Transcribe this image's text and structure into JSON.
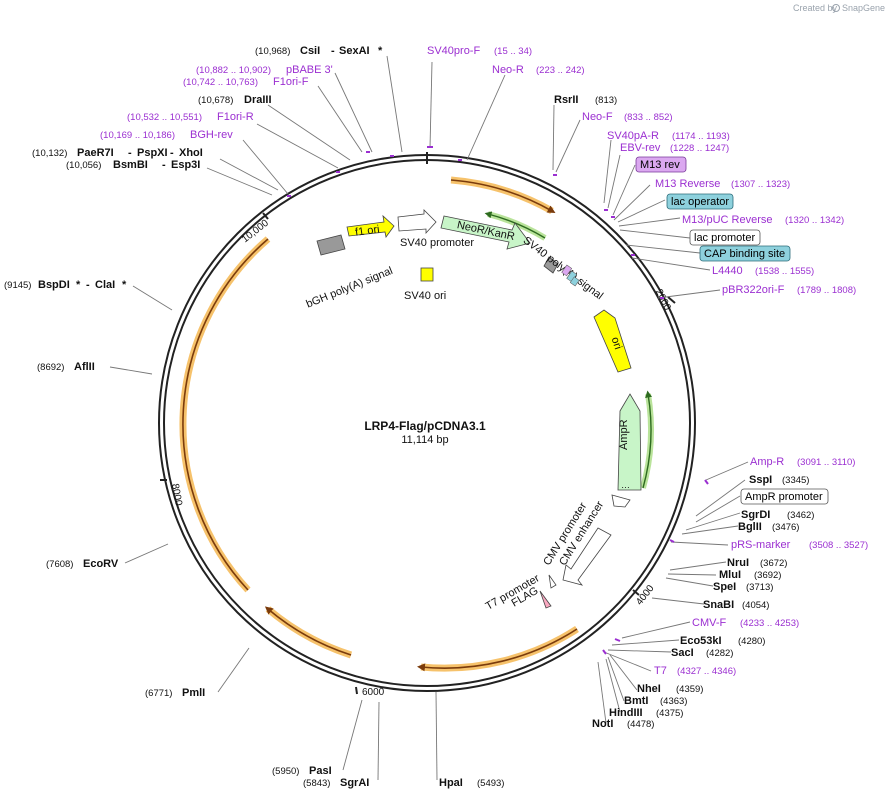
{
  "credit": "Created by",
  "credit_brand": "SnapGene",
  "plasmid": {
    "name": "LRP4-Flag/pCDNA3.1",
    "length": "11,114 bp"
  },
  "ticks": [
    "2000",
    "4000",
    "6000",
    "8000",
    "10,000"
  ],
  "sites": [
    {
      "name": "CsiI",
      "pos": "(10,968)",
      "name2": "SexAI",
      "star2": "*"
    },
    {
      "name": "DraIII",
      "pos": "(10,678)"
    },
    {
      "name": "PaeR7I",
      "pos": "(10,132)",
      "name2": "PspXI",
      "name3": "XhoI"
    },
    {
      "name": "BsmBI",
      "pos": "(10,056)",
      "name2": "Esp3I"
    },
    {
      "name": "BspDI",
      "pos": "(9145)",
      "star": "*",
      "name2": "ClaI",
      "star2": "*"
    },
    {
      "name": "AflII",
      "pos": "(8692)"
    },
    {
      "name": "EcoRV",
      "pos": "(7608)"
    },
    {
      "name": "PmlI",
      "pos": "(6771)"
    },
    {
      "name": "PasI",
      "pos": "(5950)"
    },
    {
      "name": "SgrAI",
      "pos": "(5843)"
    },
    {
      "name": "HpaI",
      "pos": "(5493)"
    },
    {
      "name": "RsrII",
      "pos": "(813)"
    },
    {
      "name": "SspI",
      "pos": "(3345)"
    },
    {
      "name": "SgrDI",
      "pos": "(3462)"
    },
    {
      "name": "BglII",
      "pos": "(3476)"
    },
    {
      "name": "NruI",
      "pos": "(3672)"
    },
    {
      "name": "MluI",
      "pos": "(3692)"
    },
    {
      "name": "SpeI",
      "pos": "(3713)"
    },
    {
      "name": "SnaBI",
      "pos": "(4054)"
    },
    {
      "name": "Eco53kI",
      "pos": "(4280)"
    },
    {
      "name": "SacI",
      "pos": "(4282)"
    },
    {
      "name": "NheI",
      "pos": "(4359)"
    },
    {
      "name": "BmtI",
      "pos": "(4363)"
    },
    {
      "name": "HindIII",
      "pos": "(4375)"
    },
    {
      "name": "NotI",
      "pos": "(4478)"
    }
  ],
  "primers": [
    {
      "name": "pBABE 3'",
      "pos": "(10,882 .. 10,902)"
    },
    {
      "name": "F1ori-F",
      "pos": "(10,742 .. 10,763)"
    },
    {
      "name": "F1ori-R",
      "pos": "(10,532 .. 10,551)"
    },
    {
      "name": "BGH-rev",
      "pos": "(10,169 .. 10,186)"
    },
    {
      "name": "SV40pro-F",
      "pos": "(15 .. 34)"
    },
    {
      "name": "Neo-R",
      "pos": "(223 .. 242)"
    },
    {
      "name": "Neo-F",
      "pos": "(833 .. 852)"
    },
    {
      "name": "SV40pA-R",
      "pos": "(1174 .. 1193)"
    },
    {
      "name": "EBV-rev",
      "pos": "(1228 .. 1247)"
    },
    {
      "name": "M13 Reverse",
      "pos": "(1307 .. 1323)"
    },
    {
      "name": "M13/pUC Reverse",
      "pos": "(1320 .. 1342)"
    },
    {
      "name": "L4440",
      "pos": "(1538 .. 1555)"
    },
    {
      "name": "pBR322ori-F",
      "pos": "(1789 .. 1808)"
    },
    {
      "name": "Amp-R",
      "pos": "(3091 .. 3110)"
    },
    {
      "name": "pRS-marker",
      "pos": "(3508 .. 3527)"
    },
    {
      "name": "CMV-F",
      "pos": "(4233 .. 4253)"
    },
    {
      "name": "T7",
      "pos": "(4327 .. 4346)"
    }
  ],
  "boxed": [
    {
      "name": "M13 rev",
      "fill": "#dba8f0",
      "stroke": "#7a3a9a"
    },
    {
      "name": "lac operator",
      "fill": "#8ed1dd",
      "stroke": "#2c6c7a"
    },
    {
      "name": "lac promoter",
      "fill": "#ffffff",
      "stroke": "#555555"
    },
    {
      "name": "CAP binding site",
      "fill": "#8ed1dd",
      "stroke": "#2c6c7a"
    },
    {
      "name": "AmpR promoter",
      "fill": "#ffffff",
      "stroke": "#555555"
    }
  ],
  "features": [
    {
      "name": "f1 ori",
      "color": "#ffff00"
    },
    {
      "name": "SV40 promoter",
      "color": "#ffffff"
    },
    {
      "name": "NeoR/KanR",
      "color": "#c8f5c8"
    },
    {
      "name": "SV40 poly(A) signal",
      "color": "#999999"
    },
    {
      "name": "bGH poly(A) signal",
      "color": "#999999"
    },
    {
      "name": "SV40 ori",
      "color": "#ffff00"
    },
    {
      "name": "ori",
      "color": "#ffff00"
    },
    {
      "name": "AmpR",
      "color": "#c8f5c8"
    },
    {
      "name": "CMV promoter",
      "color": "#ffffff"
    },
    {
      "name": "CMV enhancer",
      "color": "#ffffff"
    },
    {
      "name": "T7 promoter",
      "color": "#ffffff"
    },
    {
      "name": "FLAG",
      "color": "#f9a8c0"
    }
  ],
  "colors": {
    "orf": "#f6c26b",
    "orf_arrow": "#7a3b0c",
    "primer": "#9b2fd1",
    "backbone": "#222222"
  }
}
